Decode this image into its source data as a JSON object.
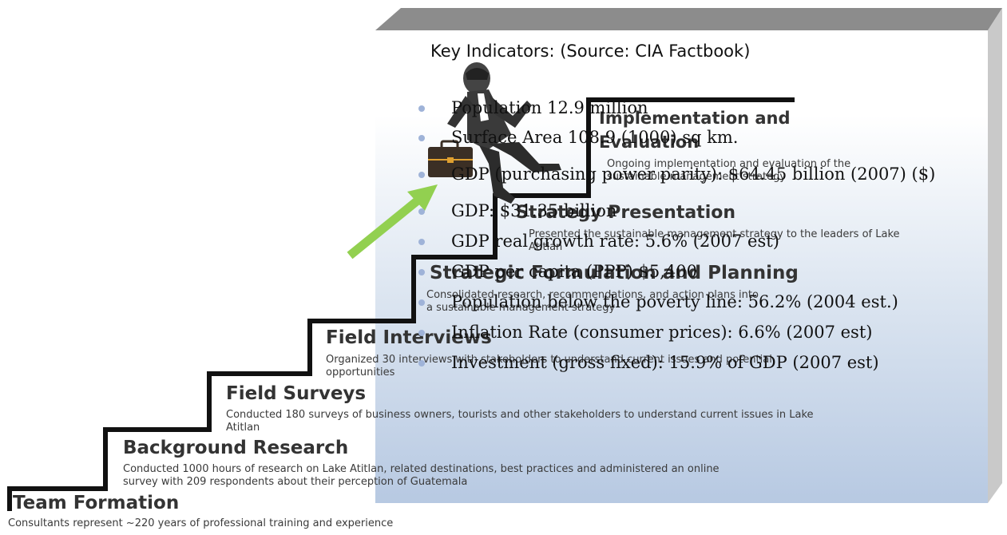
{
  "box": {
    "title": "Key Indicators:  (Source: CIA Factbook)",
    "indicators": [
      "Population 12.9 million",
      "Surface Area 108.9 (1000) sq km.",
      "GDP (purchasing power parity): $64.45 billion (2007) ($)",
      "GDP: $31.35 billion",
      "GDP real growth rate: 5.6% (2007 est)",
      "GDP per capita (PPP) $5,400",
      "Population below the poverty line: 56.2% (2004 est.)",
      "Inflation Rate (consumer prices): 6.6% (2007 est)",
      "Investment (gross fixed): 15.9% of GDP (2007 est)"
    ]
  },
  "steps": [
    {
      "title": "Team Formation",
      "desc": "Consultants represent ~220 years of professional training and experience"
    },
    {
      "title": "Background Research",
      "desc": "Conducted 1000 hours of research on Lake Atitlan, related destinations, best practices and administered an online survey with 209 respondents about their perception of Guatemala"
    },
    {
      "title": "Field Surveys",
      "desc": "Conducted 180 surveys of business owners, tourists and other  stakeholders to understand current issues in Lake Atitlan"
    },
    {
      "title": "Field Interviews",
      "desc": "Organized 30 interviews with stakeholders to understand current issues and potential opportunities"
    },
    {
      "title": "Strategic Formulation and Planning",
      "desc": "Consolidated research, recommendations, and action plans into a sustainable management strategy"
    },
    {
      "title": "Strategy Presentation",
      "desc": "Presented the sustainable management strategy to the leaders of Lake Atitlan"
    },
    {
      "title": "Implementation and Evaluation",
      "desc": "Ongoing implementation and evaluation of the sustainable management strategy"
    }
  ],
  "colors": {
    "arrow": "#92d050",
    "bullet": "#9fb3d8",
    "stairs": "#111111"
  },
  "icons": [
    "businessman-climbing-icon",
    "briefcase-icon",
    "up-arrow-icon"
  ]
}
